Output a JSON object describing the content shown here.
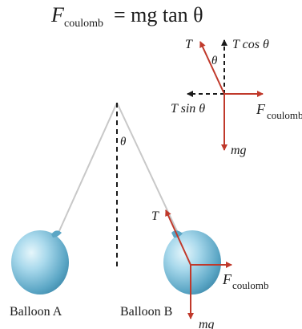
{
  "equation": {
    "lhs": "F",
    "lhs_sub": "coulomb",
    "rhs": "= mg tan θ"
  },
  "free_body_diagram": {
    "T": "T",
    "T_cos": "T cos θ",
    "theta": "θ",
    "T_sin": "T sin θ",
    "F": "F",
    "F_sub": "coulomb",
    "mg": "mg"
  },
  "main_diagram": {
    "theta": "θ",
    "T": "T",
    "F": "F",
    "F_sub": "coulomb",
    "mg": "mg",
    "balloon_a": "Balloon A",
    "balloon_b": "Balloon B"
  },
  "colors": {
    "force_arrow": "#c0392b",
    "string": "#c8c8c8",
    "balloon_light": "#b9e3f2",
    "balloon_dark": "#4f9cbc"
  }
}
